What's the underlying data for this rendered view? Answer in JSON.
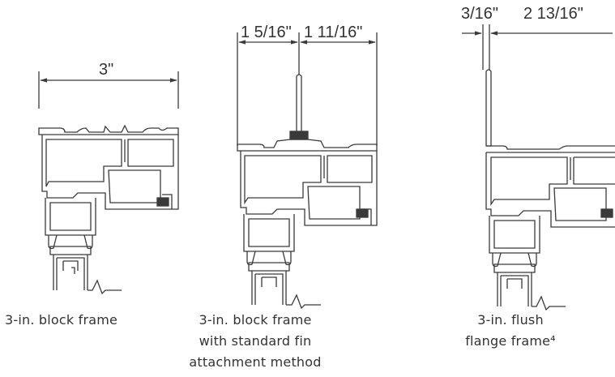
{
  "panels": [
    {
      "id": "block-frame",
      "dimensions": [
        "3\""
      ],
      "caption_lines": [
        "3-in. block frame"
      ]
    },
    {
      "id": "block-frame-fin",
      "dimensions": [
        "1 5/16\"",
        "1 11/16\""
      ],
      "caption_lines": [
        "3-in. block frame",
        "with standard fin",
        "attachment method"
      ]
    },
    {
      "id": "flush-flange-frame",
      "dimensions": [
        "3/16\"",
        "2 13/16\""
      ],
      "caption_lines": [
        "3-in. flush",
        "flange frame⁴"
      ]
    }
  ],
  "colors": {
    "line": "#3a3a3a",
    "text": "#333333",
    "background": "#ffffff"
  }
}
